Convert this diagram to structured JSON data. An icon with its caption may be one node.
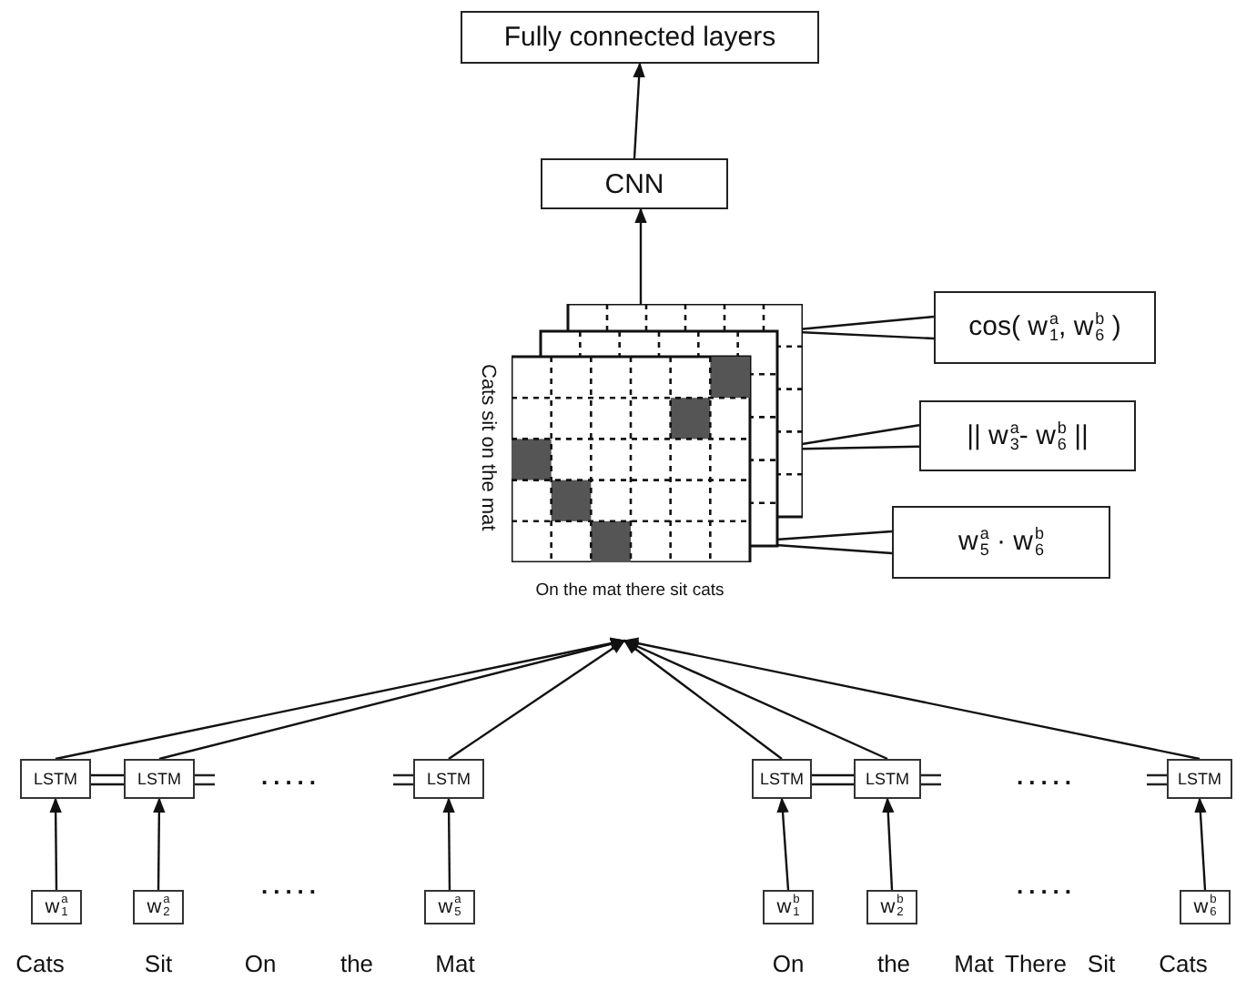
{
  "diagram": {
    "nodes": [
      {
        "text": [
          "Fully connected layers"
        ]
      },
      {
        "text": [
          "CNN"
        ]
      },
      {
        "text": [],
        "shape": "picture"
      },
      {
        "text": [
          "cos( w$^{a}$$_{1}$, w$^{b}$$_{6}$ )"
        ]
      },
      {
        "text": [
          "|| w$^{a}$$_{3}$- w$^{b}$$_{6}$ ||"
        ]
      },
      {
        "text": [
          "w$^{a}$$_{5}$ · w$^{b}$$_{6}$"
        ]
      },
      {
        "text": [
          "LSTM"
        ]
      },
      {
        "text": [
          "LSTM"
        ]
      },
      {
        "text": [
          "LSTM"
        ]
      },
      {
        "text": [
          "LSTM"
        ]
      },
      {
        "text": [
          "LSTM"
        ]
      },
      {
        "text": [
          "LSTM"
        ]
      },
      {
        "text": [
          "w$^{a}$$_{1}$"
        ]
      },
      {
        "text": [
          "w$^{a}$$_{2}$"
        ]
      },
      {
        "text": [
          "w$^{a}$$_{5}$"
        ]
      },
      {
        "text": [
          "w$^{b}$$_{1}$"
        ]
      },
      {
        "text": [
          "w$^{b}$$_{2}$"
        ]
      },
      {
        "text": [
          "w$^{b}$$_{6}$"
        ]
      }
    ],
    "edges": [
      {
        "from": 1,
        "to": 0,
        "arrow": "to"
      },
      {
        "from": 2,
        "to": 1,
        "arrow": "to"
      },
      {
        "from": 3,
        "to": null,
        "arrow": "none"
      },
      {
        "from": 4,
        "to": null,
        "arrow": "none"
      },
      {
        "from": 5,
        "to": null,
        "arrow": "none"
      },
      {
        "from": 6,
        "to": null,
        "arrow": "to"
      },
      {
        "from": 7,
        "to": null,
        "arrow": "to"
      },
      {
        "from": 8,
        "to": null,
        "arrow": "to"
      },
      {
        "from": 9,
        "to": null,
        "arrow": "to"
      },
      {
        "from": 10,
        "to": null,
        "arrow": "to"
      },
      {
        "from": 11,
        "to": null,
        "arrow": "to"
      },
      {
        "from": 6,
        "to": 7,
        "arrow": "none"
      },
      {
        "from": 9,
        "to": 10,
        "arrow": "none"
      },
      {
        "from": 12,
        "to": 6,
        "arrow": "to"
      },
      {
        "from": 13,
        "to": 7,
        "arrow": "to"
      },
      {
        "from": 14,
        "to": 8,
        "arrow": "to"
      },
      {
        "from": 15,
        "to": 9,
        "arrow": "to"
      },
      {
        "from": 16,
        "to": 10,
        "arrow": "to"
      },
      {
        "from": 17,
        "to": 11,
        "arrow": "to"
      }
    ],
    "labels": [
      "Cats sit on the mat",
      "On the mat there sit cats",
      ".....",
      ".....",
      ".....",
      ".....",
      "Cats",
      "Sit",
      "On",
      "the",
      "Mat",
      "On",
      "the",
      "Mat",
      "There",
      "Sit",
      "Cats"
    ]
  }
}
